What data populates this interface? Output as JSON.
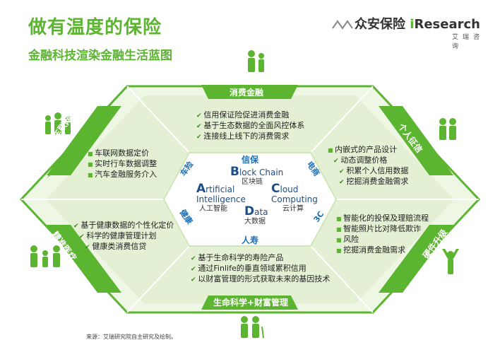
{
  "header": {
    "title": "做有温度的保险",
    "subtitle": "金融科技渲染金融生活蓝图",
    "logo_brand": "众安保险",
    "logo_partner_i": "i",
    "logo_partner": "Research",
    "logo_partner_cn": "艾瑞咨询"
  },
  "colors": {
    "green": "#5cb531",
    "light_green": "#e6f2d8",
    "mid_green": "#cfe6b8",
    "blue": "#1d6fb5"
  },
  "sections": {
    "top": {
      "label": "消费金融",
      "items": [
        "信用保证险促进消费金融",
        "基于生态数据的全面风控体系",
        "连接线上线下的消费需求"
      ]
    },
    "bottom": {
      "label": "生命科学+财富管理",
      "items": [
        "基于生命科学的寿险产品",
        "通过Finlife的垂直领域累积信用",
        "以财富管理的形式获取未来的基因技术"
      ]
    },
    "upper_left": {
      "label": "车联网+汽车金融",
      "items": [
        "车联网数据定价",
        "实时行车数据调整",
        "汽车金融服务介入"
      ]
    },
    "lower_left": {
      "label": "精准医疗",
      "items": [
        "基于健康数据的个性化定价",
        "科学的健康管理计划",
        "健康类消费信贷"
      ]
    },
    "upper_right": {
      "label": "个人征信",
      "items": [
        "内嵌式的产品设计",
        "动态调整价格",
        "积累个人信用数据",
        "挖掘消费金融需求"
      ]
    },
    "lower_right": {
      "label": "硬件升级",
      "items": [
        "智能化的投保及理赔流程",
        "智能照片比对降低欺诈",
        "风险",
        "挖掘消费金融需求"
      ]
    }
  },
  "center": {
    "labels": {
      "top": "信保",
      "bottom": "人寿",
      "upper_left": "车险",
      "lower_left": "健康",
      "upper_right": "电商",
      "lower_right": "3C"
    },
    "tech": {
      "blockchain": {
        "initial": "B",
        "rest": "lock Chain",
        "cn": "区块链"
      },
      "ai": {
        "initial": "A",
        "rest": "rtificial",
        "line2": "Intelligence",
        "cn": "人工智能"
      },
      "cloud": {
        "initial": "C",
        "rest": "loud",
        "line2": "Computing",
        "cn": "云计算"
      },
      "data": {
        "initial": "D",
        "rest": "ata",
        "cn": "大数据"
      }
    }
  },
  "source": "来源：艾瑞研究院自主研究及绘制。"
}
